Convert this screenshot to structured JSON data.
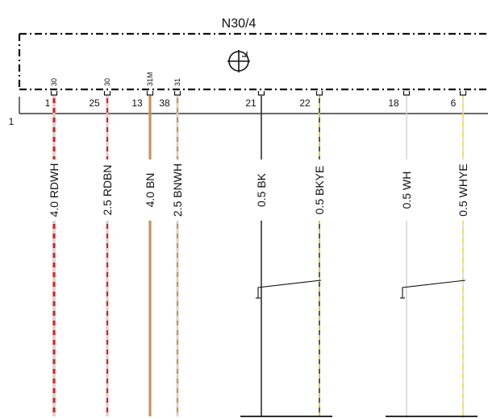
{
  "component": {
    "name": "N30/4",
    "icon": "motor-symbol-icon",
    "edge_marker": "1"
  },
  "colors": {
    "frame": "#111111",
    "RD": "#e02020",
    "WH": "#d4d4d4",
    "BN": "#c8935a",
    "BK": "#222222",
    "YE": "#f2e600"
  },
  "pins": [
    {
      "pin": "1",
      "terminal": "30",
      "wire": "4.0 RDWH",
      "colors": [
        "RD",
        "WH"
      ]
    },
    {
      "pin": "25",
      "terminal": "30",
      "wire": "2.5 RDBN",
      "colors": [
        "RD",
        "WH"
      ]
    },
    {
      "pin": "13",
      "terminal": "31M",
      "wire": "4.0 BN",
      "colors": [
        "BN"
      ]
    },
    {
      "pin": "38",
      "terminal": "31",
      "wire": "2.5 BNWH",
      "colors": [
        "BN",
        "WH"
      ]
    },
    {
      "pin": "21",
      "terminal": "",
      "wire": "0.5 BK",
      "colors": [
        "BK"
      ]
    },
    {
      "pin": "22",
      "terminal": "",
      "wire": "0.5 BKYE",
      "colors": [
        "BK",
        "YE"
      ]
    },
    {
      "pin": "18",
      "terminal": "",
      "wire": "0.5 WH",
      "colors": [
        "WH"
      ]
    },
    {
      "pin": "6",
      "terminal": "",
      "wire": "0.5 WHYE",
      "colors": [
        "WH",
        "YE"
      ]
    }
  ]
}
